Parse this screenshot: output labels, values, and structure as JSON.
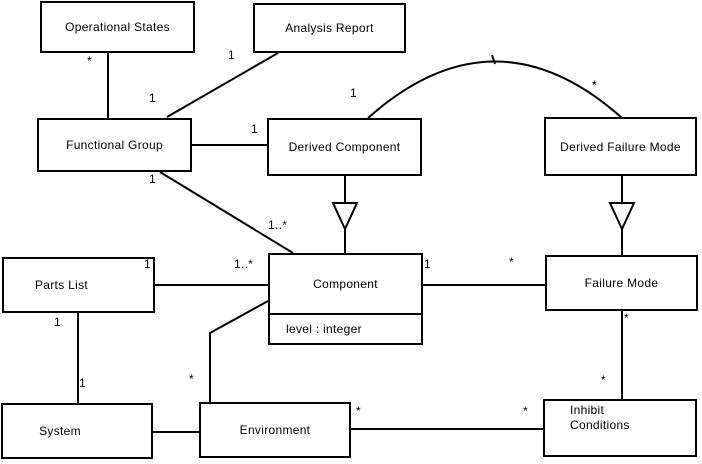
{
  "classes": {
    "operational_states": {
      "label": "Operational States"
    },
    "analysis_report": {
      "label": "Analysis Report"
    },
    "functional_group": {
      "label": "Functional Group"
    },
    "derived_component": {
      "label": "Derived Component"
    },
    "derived_failure_mode": {
      "label": "Derived Failure Mode"
    },
    "parts_list": {
      "label": "Parts List"
    },
    "component": {
      "label": "Component",
      "attribute": "level : integer"
    },
    "failure_mode": {
      "label": "Failure Mode"
    },
    "system": {
      "label": "System"
    },
    "environment": {
      "label": "Environment"
    },
    "inhibit_conditions": {
      "label": "Inhibit\nConditions"
    }
  },
  "multiplicities": [
    "*",
    "1",
    "1",
    "1",
    "1",
    "*",
    "1",
    "1..*",
    "1",
    "1..*",
    "1",
    "*",
    "1",
    "1",
    "*",
    "*",
    "*",
    "*",
    "*"
  ],
  "colors": {
    "line": "#000000",
    "background": "#ffffff"
  }
}
